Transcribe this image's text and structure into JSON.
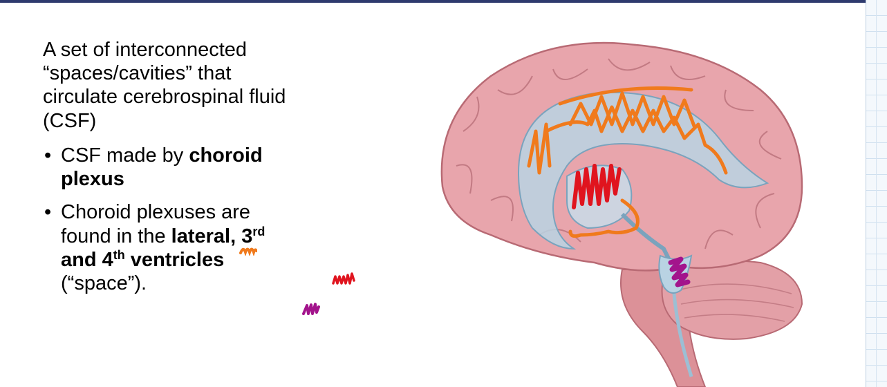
{
  "slide": {
    "intro_lines": [
      "A set of interconnected",
      "“spaces/cavities” that",
      "circulate cerebrospinal fluid",
      "(CSF)"
    ],
    "bullet1": {
      "marker": "•",
      "line1_plain": "CSF made by ",
      "line1_bold": "choroid",
      "line2_bold": "plexus"
    },
    "bullet2": {
      "marker": "•",
      "line1": "Choroid plexuses are",
      "line2_plain": "found in the ",
      "line2_bold": "lateral, 3",
      "sup_rd": "rd",
      "line3_bold_a": "and 4",
      "sup_th": "th",
      "line3_bold_b": " ventricles",
      "line4": "(“space”)."
    }
  },
  "colors": {
    "header_bar": "#2e3a6e",
    "lateral_ink": "#f07a1c",
    "third_ink": "#e0141e",
    "fourth_ink": "#a3148c",
    "brain_tissue": "#e8a5ac",
    "ventricle_fill": "#b9d3e3"
  },
  "icons": {
    "illustration": "brain-sagittal-illustration"
  }
}
